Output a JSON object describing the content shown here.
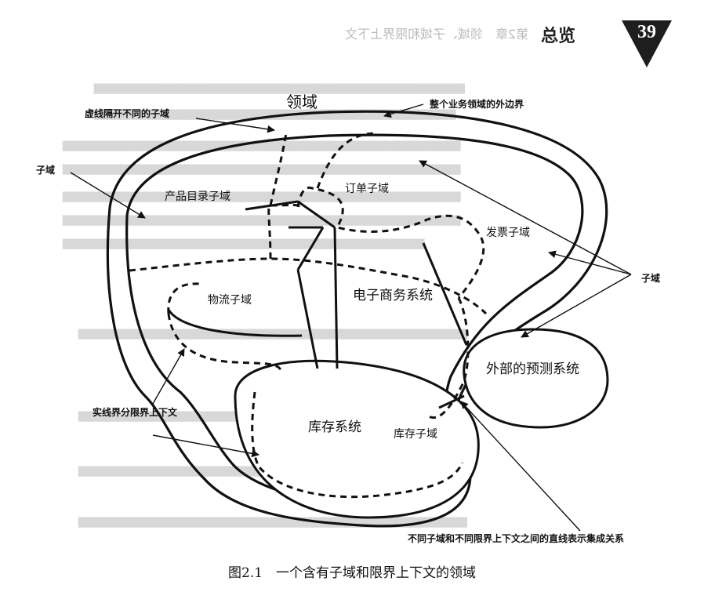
{
  "page_header": {
    "chapter_title": "第2章　领域、子域和限界上下文",
    "section_title": "总览",
    "page_number": "39"
  },
  "diagram": {
    "domain_title": "领域",
    "outer_boundary_note": "整个业务领域的外边界",
    "dashed_line_note": "虚线隔开不同的子域",
    "subdomain_label": "子域",
    "product_catalog": "产品目录子域",
    "order": "订单子域",
    "invoice": "发票子域",
    "logistics": "物流子域",
    "ecommerce": "电子商务系统",
    "forecast": "外部的预测系统",
    "inventory_system": "库存系统",
    "inventory_subdomain": "库存子域",
    "solid_line_note": "实线界分限界上下文",
    "integration_note": "不同子域和不同限界上下文之间的直线表示集成关系"
  },
  "caption": "图2.1　一个含有子域和限界上下文的领域"
}
